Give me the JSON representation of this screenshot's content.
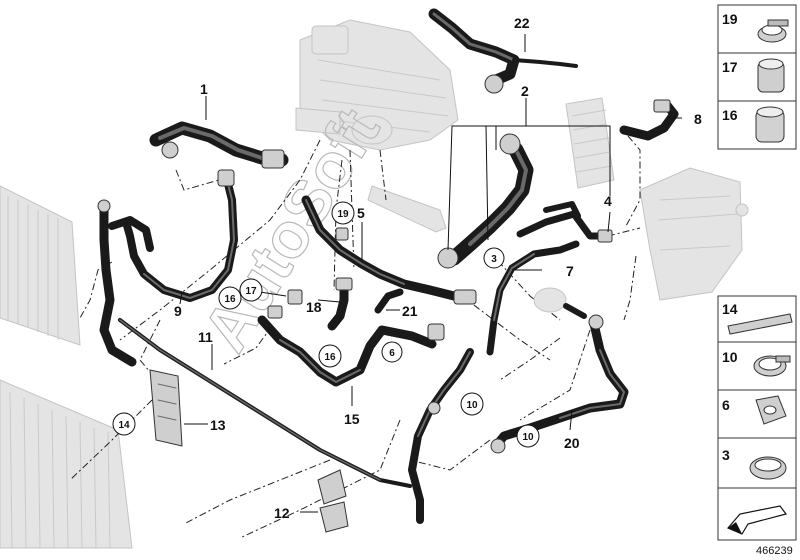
{
  "diagram": {
    "image_number": "466239",
    "watermark": "AutoSoft",
    "callouts": [
      {
        "id": "c1",
        "text": "1"
      },
      {
        "id": "c2",
        "text": "2"
      },
      {
        "id": "c3",
        "text": "3"
      },
      {
        "id": "c4",
        "text": "4"
      },
      {
        "id": "c5",
        "text": "5"
      },
      {
        "id": "c6",
        "text": "6"
      },
      {
        "id": "c7",
        "text": "7"
      },
      {
        "id": "c8",
        "text": "8"
      },
      {
        "id": "c9",
        "text": "9"
      },
      {
        "id": "c10a",
        "text": "10"
      },
      {
        "id": "c10b",
        "text": "10"
      },
      {
        "id": "c11",
        "text": "11"
      },
      {
        "id": "c12",
        "text": "12"
      },
      {
        "id": "c13",
        "text": "13"
      },
      {
        "id": "c14",
        "text": "14"
      },
      {
        "id": "c15",
        "text": "15"
      },
      {
        "id": "c16a",
        "text": "16"
      },
      {
        "id": "c16b",
        "text": "16"
      },
      {
        "id": "c17",
        "text": "17"
      },
      {
        "id": "c18",
        "text": "18"
      },
      {
        "id": "c19",
        "text": "19"
      },
      {
        "id": "c20",
        "text": "20"
      },
      {
        "id": "c21",
        "text": "21"
      },
      {
        "id": "c22",
        "text": "22"
      }
    ],
    "side_panel_top": [
      "19",
      "17",
      "16"
    ],
    "side_panel_bottom": [
      "14",
      "10",
      "6",
      "3"
    ]
  }
}
